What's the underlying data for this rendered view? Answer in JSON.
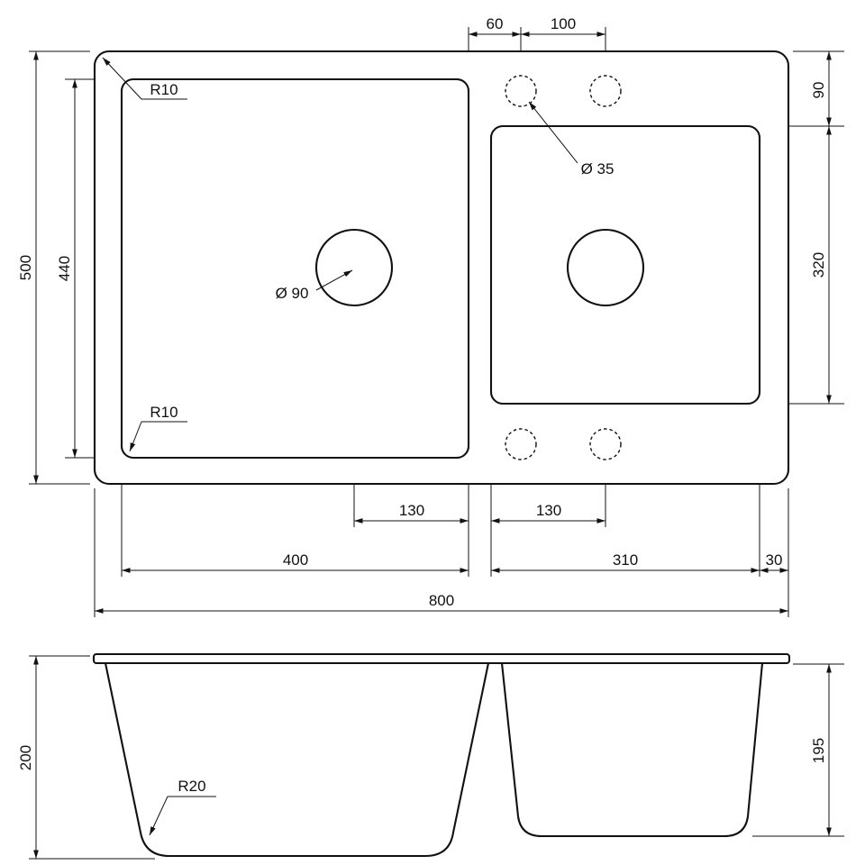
{
  "colors": {
    "line": "#111111",
    "background": "#ffffff"
  },
  "top_view": {
    "hole_offset_from_bowl": "60",
    "hole_spacing": "100",
    "rim_to_right_bowl": "90",
    "right_bowl_depth": "320",
    "overall_depth": "500",
    "left_bowl_depth": "440",
    "left_drain_to_bowl_edge": "130",
    "right_drain_to_bowl_edge": "130",
    "left_bowl_width": "400",
    "right_bowl_width": "310",
    "right_rim_margin": "30",
    "overall_width": "800",
    "corner_radius_outer": "R10",
    "corner_radius_bowl": "R10",
    "faucet_hole_diameter": "Ø 35",
    "drain_diameter": "Ø 90"
  },
  "front_view": {
    "left_bowl_depth": "200",
    "right_bowl_depth": "195",
    "bottom_corner_radius": "R20"
  }
}
